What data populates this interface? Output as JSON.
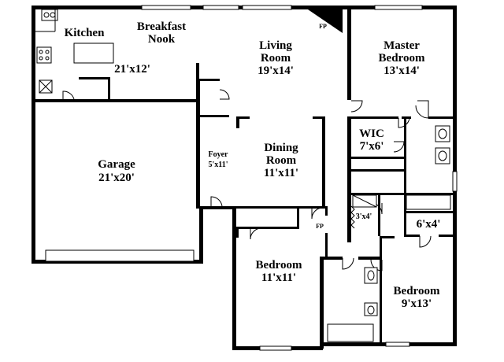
{
  "rooms": {
    "kitchen": {
      "name": "Kitchen"
    },
    "breakfast_nook": {
      "name_line1": "Breakfast",
      "name_line2": "Nook",
      "dims": "21'x12'"
    },
    "living_room": {
      "name_line1": "Living",
      "name_line2": "Room",
      "dims": "19'x14'"
    },
    "fireplace": {
      "abbr": "FP"
    },
    "master_bedroom": {
      "name_line1": "Master",
      "name_line2": "Bedroom",
      "dims": "13'x14'"
    },
    "wic": {
      "name": "WIC",
      "dims": "7'x6'"
    },
    "garage": {
      "name": "Garage",
      "dims": "21'x20'"
    },
    "foyer": {
      "name": "Foyer",
      "dims": "5'x11'"
    },
    "dining_room": {
      "name_line1": "Dining",
      "name_line2": "Room",
      "dims": "11'x11'"
    },
    "closet_hall": {
      "dims": "3'x4'"
    },
    "closet_6x4": {
      "dims": "6'x4'"
    },
    "hall_fp": {
      "abbr": "FP"
    },
    "bedroom_2": {
      "name": "Bedroom",
      "dims": "11'x11'"
    },
    "bedroom_3": {
      "name": "Bedroom",
      "dims": "9'x13'"
    }
  }
}
